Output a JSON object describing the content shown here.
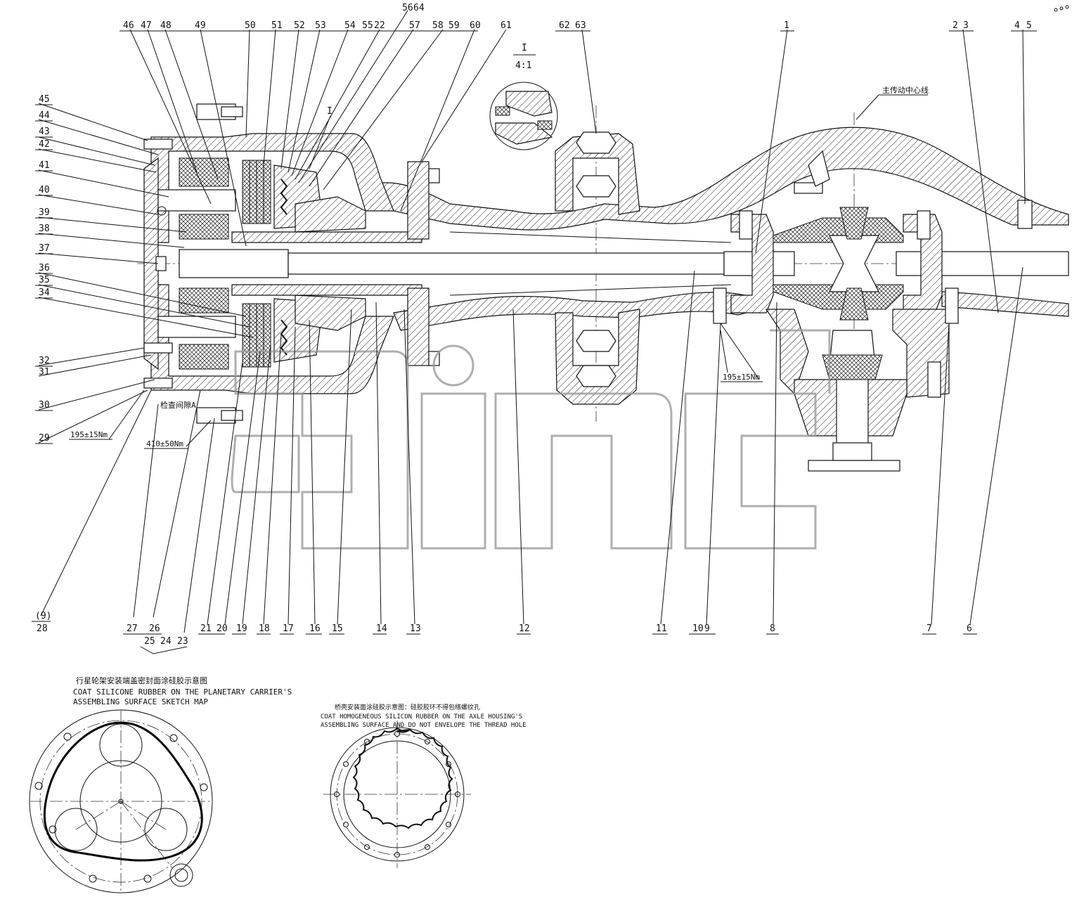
{
  "callouts_top": [
    "46",
    "47",
    "48",
    "49",
    "50",
    "51",
    "52",
    "53",
    "54",
    "55",
    "22",
    "56",
    "64",
    "57",
    "58",
    "59",
    "60",
    "61",
    "62",
    "63",
    "1",
    "2",
    "3",
    "4",
    "5"
  ],
  "callouts_left": [
    "45",
    "44",
    "43",
    "42",
    "41",
    "40",
    "39",
    "38",
    "37",
    "36",
    "35",
    "34",
    "32",
    "31",
    "30",
    "29"
  ],
  "callouts_bottom": [
    "(9)",
    "28",
    "27",
    "26",
    "25",
    "24",
    "23",
    "21",
    "20",
    "19",
    "18",
    "17",
    "16",
    "15",
    "14",
    "13",
    "12",
    "11",
    "10",
    "9",
    "8",
    "7",
    "6"
  ],
  "detail_view": {
    "label": "I",
    "scale": "4:1"
  },
  "detail_marker": "I",
  "centerline_label": "主传动中心线",
  "torque_notes": {
    "wheel_bolt": "195±15Nm",
    "stud": "410±50Nm",
    "carrier_bolt": "195±15Nm"
  },
  "inspection_label": "检查间隙A",
  "sketch_left": {
    "title_cn": "行星轮架安装端盖密封面涂硅胶示意图",
    "title_en_1": "COAT SILICONE RUBBER ON THE PLANETARY CARRIER'S",
    "title_en_2": "ASSEMBLING SURFACE SKETCH MAP"
  },
  "sketch_right": {
    "title_cn": "桥壳安装面涂硅胶示意图：硅胶胶环不得包络螺纹孔",
    "title_en_1": "COAT HOMOGENEOUS SILICON RUBBER ON THE AXLE HOUSING'S",
    "title_en_2": "ASSEMBLING SURFACE AND DO NOT ENVELOPE THE THREAD HOLE"
  },
  "watermark_text": "ainc"
}
